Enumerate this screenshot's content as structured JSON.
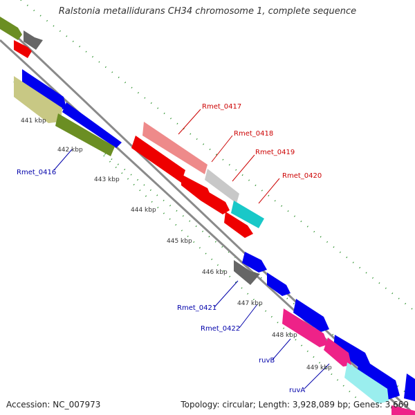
{
  "title": "Ralstonia metallidurans CH34 chromosome 1, complete sequence",
  "accession_text": "Accession: NC_007973",
  "topology_text": "Topology: circular; Length: 3,928,089 bp; Genes: 3,669",
  "ticks": [
    "441 kbp",
    "442 kbp",
    "443 kbp",
    "444 kbp",
    "445 kbp",
    "446 kbp",
    "447 kbp",
    "448 kbp",
    "449 kbp"
  ],
  "gene_labels": {
    "Rmet_0417": "Rmet_0417",
    "Rmet_0418": "Rmet_0418",
    "Rmet_0419": "Rmet_0419",
    "Rmet_0420": "Rmet_0420",
    "Rmet_0416": "Rmet_0416",
    "Rmet_0421": "Rmet_0421",
    "Rmet_0422": "Rmet_0422",
    "ruvB": "ruvB",
    "ruvA": "ruvA"
  },
  "colors": {
    "backbone": "#8a8a8a",
    "dots": "#1f8a1f",
    "label_red": "#cc0000",
    "label_blue": "#0000aa",
    "blue": "#0000ee",
    "red": "#ee0000",
    "pink_light": "#ee8a8a",
    "gray_light": "#c8c8c8",
    "gray_dark": "#666666",
    "cyan": "#19c8c8",
    "cyan_light": "#9aeeee",
    "magenta": "#ee2288",
    "olive": "#6b8e23",
    "khaki": "#c8c884"
  }
}
